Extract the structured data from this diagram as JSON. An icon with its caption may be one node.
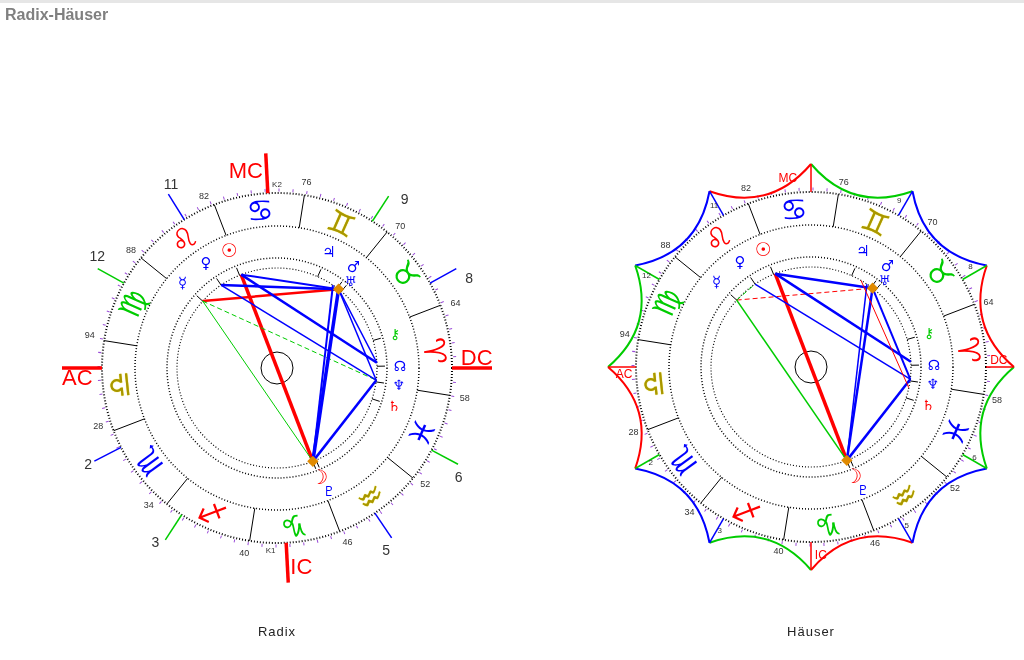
{
  "diagram": {
    "title": "Radix-Häuser",
    "labels": [
      "MC",
      "K2",
      "82",
      "76",
      "11",
      "9",
      "88",
      "70",
      "12",
      "8",
      "64",
      "94",
      "DC",
      "AC",
      "58",
      "28",
      "6",
      "2",
      "52",
      "34",
      "5",
      "46",
      "3",
      "40",
      "K1",
      "IC",
      "♋",
      "♊",
      "♉",
      "♈",
      "♓",
      "♒",
      "♑",
      "♐",
      "♏",
      "♎",
      "♍",
      "♌",
      "☉",
      "♀",
      "☿",
      "♃",
      "♂",
      "♅",
      "⚷",
      "☊",
      "♆",
      "♄",
      "☽",
      "♇",
      "MC",
      "82",
      "76",
      "11",
      "9",
      "88",
      "70",
      "12",
      "8",
      "64",
      "94",
      "DC",
      "AC",
      "58",
      "28",
      "6",
      "2",
      "52",
      "34",
      "5",
      "3",
      "46",
      "40",
      "IC",
      "♋",
      "♊",
      "♉",
      "♈",
      "♓",
      "♒",
      "♑",
      "♐",
      "♏",
      "♎",
      "♍",
      "♌",
      "☉",
      "♀",
      "☿",
      "♃",
      "♂",
      "♅",
      "⚷",
      "☊",
      "♆",
      "♄",
      "☽",
      "♇",
      "Radix",
      "Häuser"
    ]
  }
}
